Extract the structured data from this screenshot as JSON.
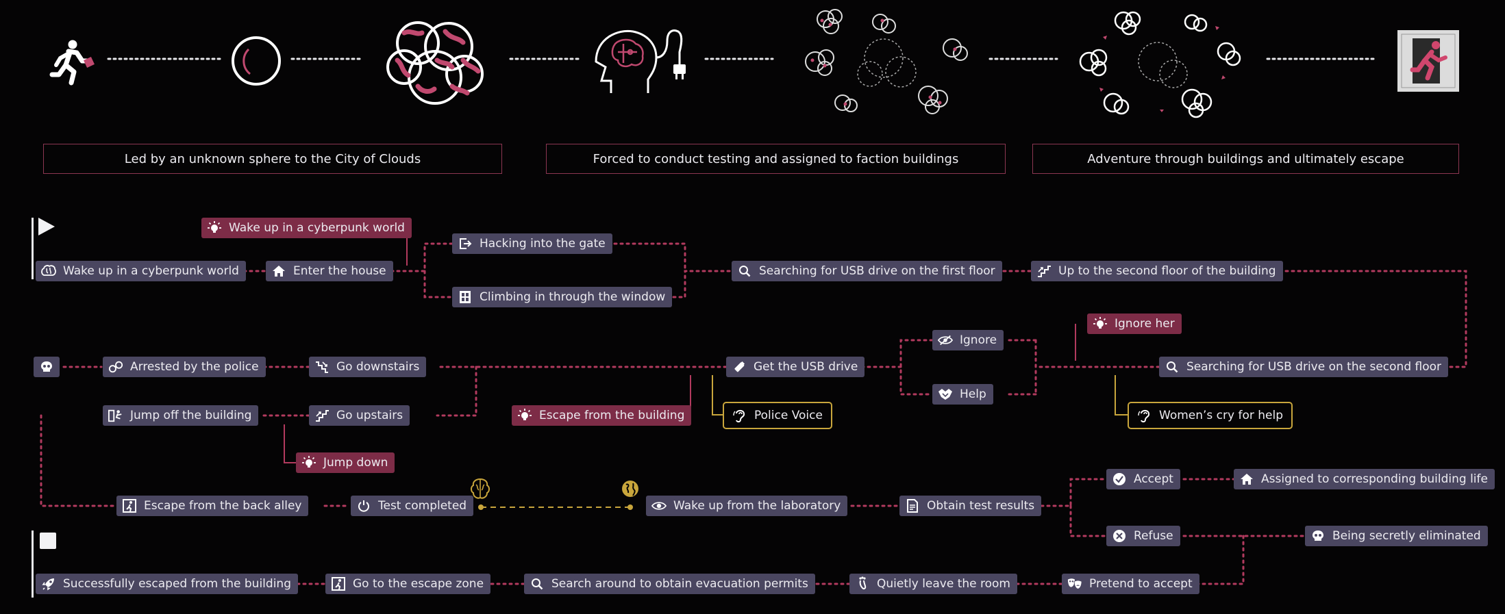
{
  "stages": [
    "Led by an unknown sphere to the City of Clouds",
    "Forced to conduct testing and assigned to faction buildings",
    "Adventure through buildings and ultimately escape"
  ],
  "top_icons": [
    "running-person-icon",
    "sphere-icon",
    "cloud-cluster-icon",
    "brain-plug-icon",
    "scattered-clouds-icon",
    "cloud-cycle-icon",
    "exit-sign-icon"
  ],
  "colors": {
    "background": "#050405",
    "node": "#4a4660",
    "event": "#7d2c47",
    "sound_border": "#c9a63c",
    "connector": "#b23a5e",
    "stage_border": "#8c3652"
  },
  "nodes": {
    "n1": "Wake up in a cyberpunk world",
    "e1": "Wake up in a cyberpunk world",
    "n2": "Enter the house",
    "n3": "Hacking into the gate",
    "n4": "Climbing in through the window",
    "n5": "Searching for USB drive on the first floor",
    "n6": "Up to the second floor of the building",
    "e2": "Ignore her",
    "n7": "Searching for USB drive on the second floor",
    "n8": "Ignore",
    "n9": "Help",
    "s1": "Women’s cry for help",
    "n10": "Get the USB drive",
    "s2": "Police Voice",
    "e3": "Escape from the building",
    "n11": "Go downstairs",
    "n12": "Arrested by the police",
    "n13": "Go upstairs",
    "n14": "Jump off the building",
    "e4": "Jump down",
    "n15": "Escape from the back alley",
    "n16": "Test completed",
    "n17": "Wake up from the laboratory",
    "n18": "Obtain test results",
    "n19": "Accept",
    "n20": "Assigned to corresponding building life",
    "n21": "Refuse",
    "n22": "Being secretly eliminated",
    "n23": "Pretend to accept",
    "n24": "Quietly leave the room",
    "n25": "Search around to obtain evacuation permits",
    "n26": "Go to the escape zone",
    "n27": "Successfully escaped from the building"
  }
}
